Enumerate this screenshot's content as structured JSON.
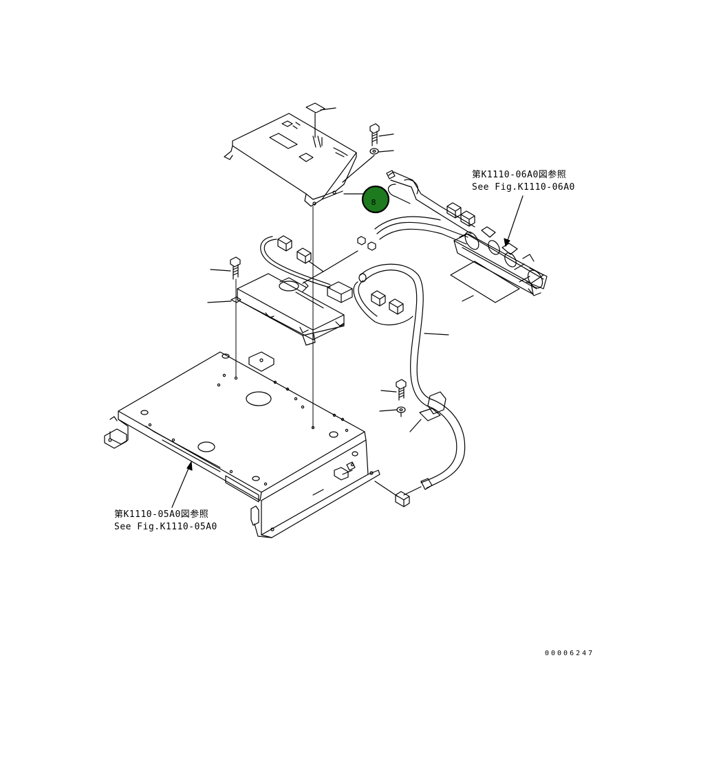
{
  "references": {
    "upper": {
      "line1": "第K1110-06A0図参照",
      "line2": "See Fig.K1110-06A0"
    },
    "lower": {
      "line1": "第K1110-05A0図参照",
      "line2": "See Fig.K1110-05A0"
    }
  },
  "callout": {
    "number": "8",
    "color": "#1e7a1e"
  },
  "diagram_id": "00006247"
}
